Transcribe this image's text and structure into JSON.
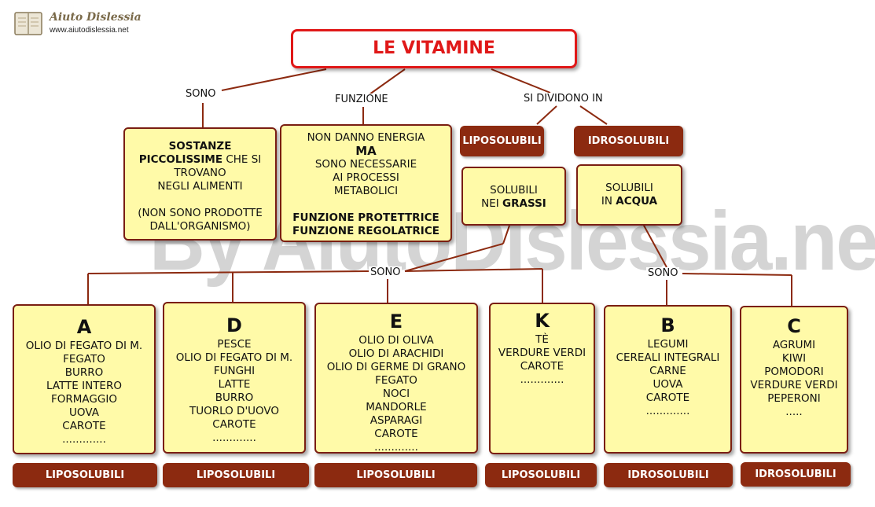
{
  "logo": {
    "name": "Aiuto Dislessia",
    "url": "www.aiutodislessia.net"
  },
  "watermark": "By AiutoDislessia.net",
  "title": "LE VITAMINE",
  "links": {
    "sono": "SONO",
    "funzione": "FUNZIONE",
    "si_dividono": "SI DIVIDONO IN",
    "sono_lipo": "SONO",
    "sono_idro": "SONO"
  },
  "definition": {
    "l1": "SOSTANZE",
    "l2_bold": "PICCOLISSIME",
    "l2_rest": " CHE SI",
    "l3": "TROVANO",
    "l4": "NEGLI ALIMENTI",
    "l5": "(NON SONO PRODOTTE",
    "l6": "DALL'ORGANISMO)"
  },
  "function": {
    "l1": "NON DANNO ENERGIA",
    "l2": "MA",
    "l3": "SONO NECESSARIE",
    "l4": "AI PROCESSI",
    "l5": "METABOLICI",
    "l6": "FUNZIONE PROTETTRICE",
    "l7": "FUNZIONE REGOLATRICE"
  },
  "categories": {
    "lipo": "LIPOSOLUBILI",
    "idro": "IDROSOLUBILI"
  },
  "solubility": {
    "lipo_l1": "SOLUBILI",
    "lipo_l2a": "NEI ",
    "lipo_l2b": "GRASSI",
    "idro_l1": "SOLUBILI",
    "idro_l2a": "IN ",
    "idro_l2b": "ACQUA"
  },
  "vitamins": [
    {
      "letter": "A",
      "foods": [
        "OLIO DI FEGATO DI M.",
        "FEGATO",
        "BURRO",
        "LATTE INTERO",
        "FORMAGGIO",
        "UOVA",
        "CAROTE",
        "............."
      ],
      "type": "LIPOSOLUBILI"
    },
    {
      "letter": "D",
      "foods": [
        "PESCE",
        "OLIO DI FEGATO DI M.",
        "FUNGHI",
        "LATTE",
        "BURRO",
        "TUORLO D'UOVO",
        "CAROTE",
        "............."
      ],
      "type": "LIPOSOLUBILI"
    },
    {
      "letter": "E",
      "foods": [
        "OLIO DI OLIVA",
        "OLIO DI ARACHIDI",
        "OLIO DI GERME DI GRANO",
        "FEGATO",
        "NOCI",
        "MANDORLE",
        "ASPARAGI",
        "CAROTE",
        "............."
      ],
      "type": "LIPOSOLUBILI"
    },
    {
      "letter": "K",
      "foods": [
        "TÈ",
        "VERDURE VERDI",
        "CAROTE",
        "............."
      ],
      "type": "LIPOSOLUBILI"
    },
    {
      "letter": "B",
      "foods": [
        "LEGUMI",
        "CEREALI INTEGRALI",
        "CARNE",
        "UOVA",
        "CAROTE",
        "............."
      ],
      "type": "IDROSOLUBILI"
    },
    {
      "letter": "C",
      "foods": [
        "AGRUMI",
        "KIWI",
        "POMODORI",
        "VERDURE VERDI",
        "PEPERONI",
        "....."
      ],
      "type": "IDROSOLUBILI"
    }
  ]
}
